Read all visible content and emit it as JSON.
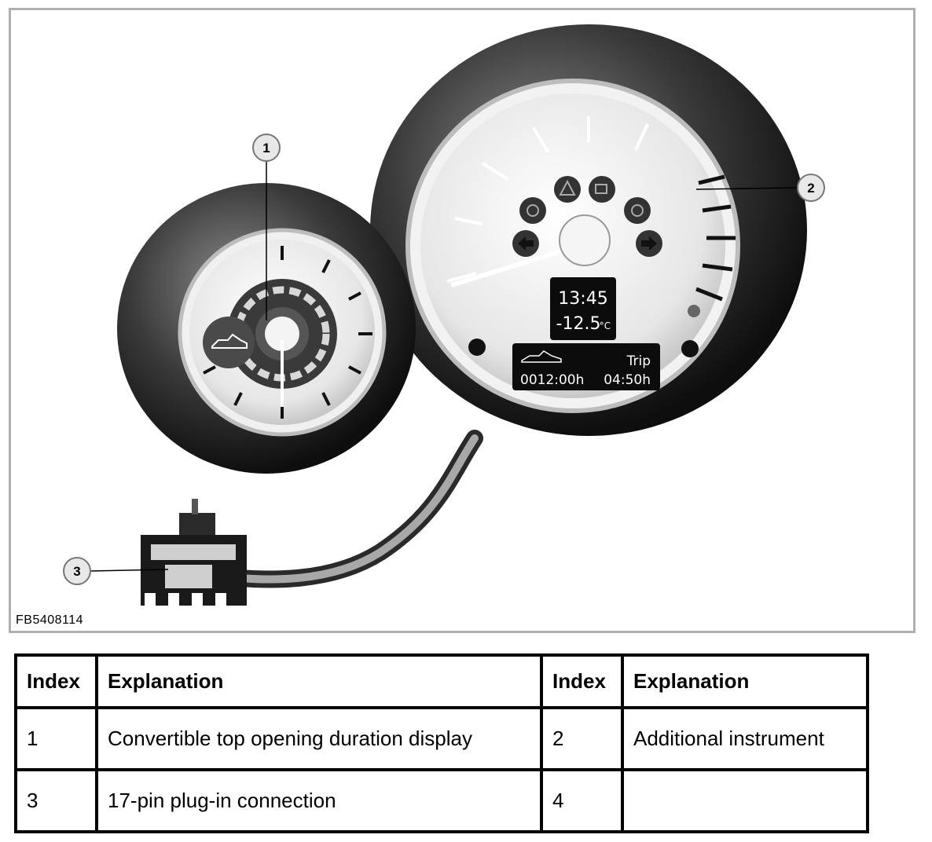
{
  "figure": {
    "id_label": "FB5408114",
    "clock": {
      "time": "13:45",
      "temperature": "-12.5",
      "temp_unit": "°C"
    },
    "trip_display": {
      "mode_label": "Trip",
      "total_time": "0012:00h",
      "trip_time": "04:50h"
    },
    "callouts": [
      "1",
      "2",
      "3"
    ],
    "icons": {
      "hazard": "warning-triangle-icon",
      "fog": "fog-light-icon",
      "power": "power-icon",
      "brake": "brake-icon",
      "turn_left": "turn-left-arrow-icon",
      "turn_right": "turn-right-arrow-icon",
      "car": "convertible-car-icon"
    }
  },
  "legend": {
    "headers": [
      "Index",
      "Explanation",
      "Index",
      "Explanation"
    ],
    "rows": [
      [
        "1",
        "Convertible top opening duration display",
        "2",
        "Additional instrument"
      ],
      [
        "3",
        "17-pin plug-in connection",
        "4",
        ""
      ]
    ]
  }
}
